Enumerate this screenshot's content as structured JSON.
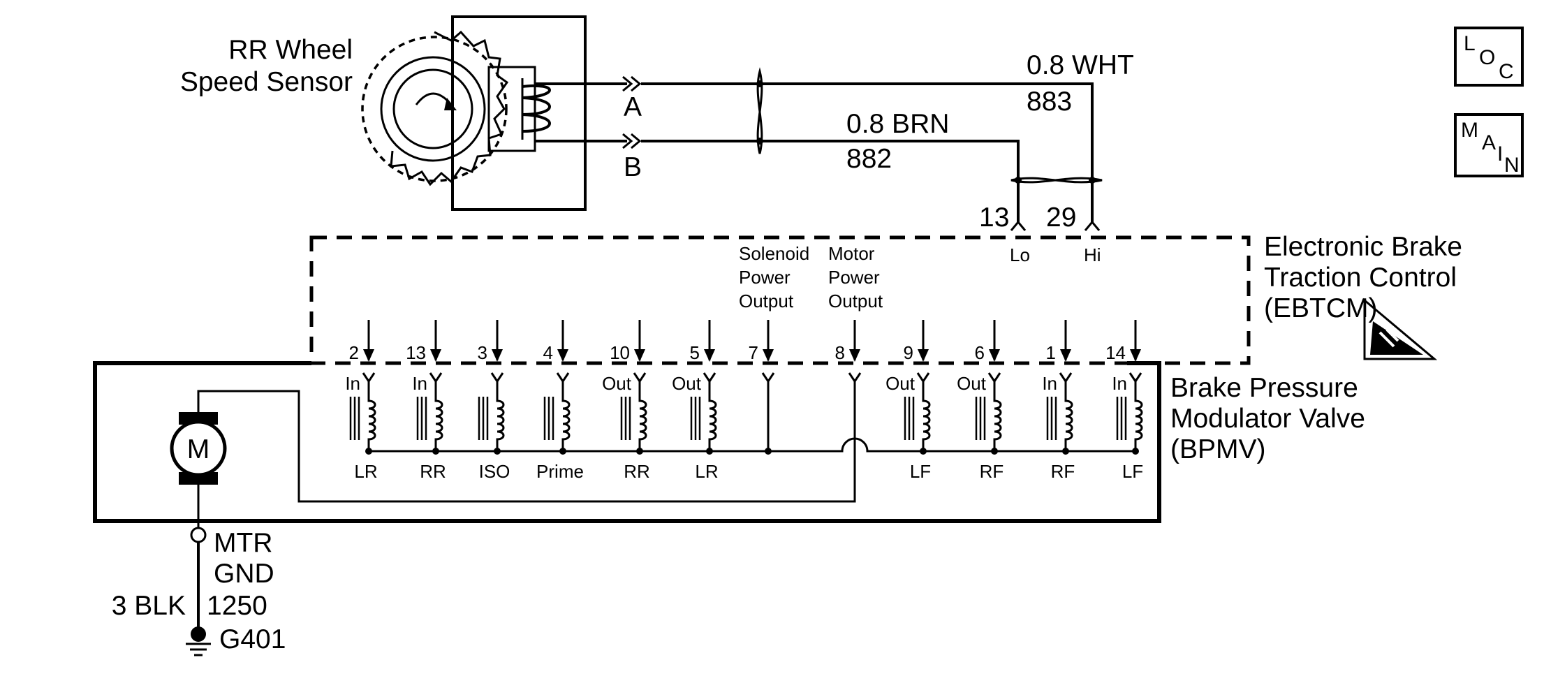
{
  "sensor": {
    "line1": "RR Wheel",
    "line2": "Speed Sensor"
  },
  "connector_sensor": {
    "pin_a": "A",
    "pin_b": "B"
  },
  "wires": {
    "white": {
      "gauge_color": "0.8 WHT",
      "circuit": "883"
    },
    "brown": {
      "gauge_color": "0.8 BRN",
      "circuit": "882"
    }
  },
  "ebtcm": {
    "name_line1": "Electronic Brake",
    "name_line2": "Traction Control",
    "name_line3": "(EBTCM)",
    "sensor_pins": [
      {
        "pin": "13",
        "label": "Lo"
      },
      {
        "pin": "29",
        "label": "Hi"
      }
    ],
    "solenoid_power": {
      "line1": "Solenoid",
      "line2": "Power",
      "line3": "Output"
    },
    "motor_power": {
      "line1": "Motor",
      "line2": "Power",
      "line3": "Output"
    }
  },
  "bpmv": {
    "name_line1": "Brake Pressure",
    "name_line2": "Modulator Valve",
    "name_line3": "(BPMV)",
    "motor_label": "M",
    "valves": [
      {
        "pin": "2",
        "dir": "In",
        "label": "LR"
      },
      {
        "pin": "13",
        "dir": "In",
        "label": "RR"
      },
      {
        "pin": "3",
        "dir": "",
        "label": "ISO"
      },
      {
        "pin": "4",
        "dir": "",
        "label": "Prime"
      },
      {
        "pin": "10",
        "dir": "Out",
        "label": "RR"
      },
      {
        "pin": "5",
        "dir": "Out",
        "label": "LR"
      },
      {
        "pin": "7",
        "dir": "",
        "label": ""
      },
      {
        "pin": "8",
        "dir": "",
        "label": ""
      },
      {
        "pin": "9",
        "dir": "Out",
        "label": "LF"
      },
      {
        "pin": "6",
        "dir": "Out",
        "label": "RF"
      },
      {
        "pin": "1",
        "dir": "In",
        "label": "RF"
      },
      {
        "pin": "14",
        "dir": "In",
        "label": "LF"
      }
    ]
  },
  "ground": {
    "terminal_line1": "MTR",
    "terminal_line2": "GND",
    "wire": "3 BLK",
    "circuit": "1250",
    "ground_id": "G401"
  },
  "nav": {
    "loc": {
      "l1": "L",
      "l2": "O",
      "l3": "C"
    },
    "main": {
      "l1": "M",
      "l2": "A",
      "l3": "I",
      "l4": "N"
    }
  }
}
